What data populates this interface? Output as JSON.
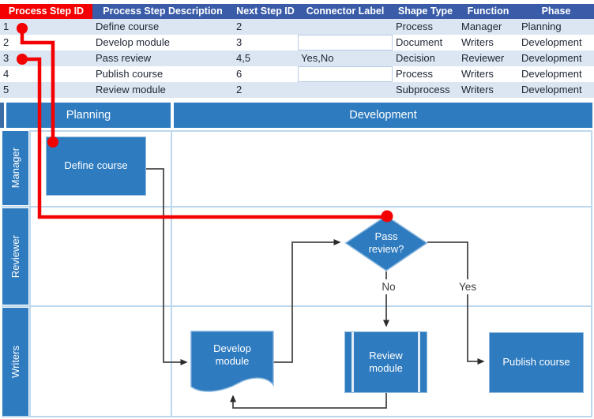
{
  "table": {
    "headers": [
      "Process Step ID",
      "Process Step Description",
      "Next Step ID",
      "Connector Label",
      "Shape Type",
      "Function",
      "Phase"
    ],
    "rows": [
      [
        "1",
        "Define course",
        "2",
        "",
        "Process",
        "Manager",
        "Planning"
      ],
      [
        "2",
        "Develop module",
        "3",
        "",
        "Document",
        "Writers",
        "Development"
      ],
      [
        "3",
        "Pass review",
        "4,5",
        "Yes,No",
        "Decision",
        "Reviewer",
        "Development"
      ],
      [
        "4",
        "Publish course",
        "6",
        "",
        "Process",
        "Writers",
        "Development"
      ],
      [
        "5",
        "Review module",
        "2",
        "",
        "Subprocess",
        "Writers",
        "Development"
      ]
    ]
  },
  "diagram": {
    "phases": {
      "planning": "Planning",
      "development": "Development"
    },
    "lanes": {
      "manager": "Manager",
      "reviewer": "Reviewer",
      "writers": "Writers"
    },
    "shapes": {
      "define_course": "Define course",
      "pass_review": "Pass review?",
      "develop_module": "Develop module",
      "review_module": "Review module",
      "publish_course": "Publish course"
    },
    "branch_labels": {
      "no": "No",
      "yes": "Yes"
    }
  },
  "colors": {
    "table_header_bg": "#3A5CA8",
    "table_header_highlight_bg": "#F40000",
    "table_band_bg": "#DBE6F2",
    "diagram_blue": "#2E7BBF",
    "lane_line": "#BDD7EE",
    "connector_gray": "#474747",
    "annotation_red": "#F40000"
  }
}
